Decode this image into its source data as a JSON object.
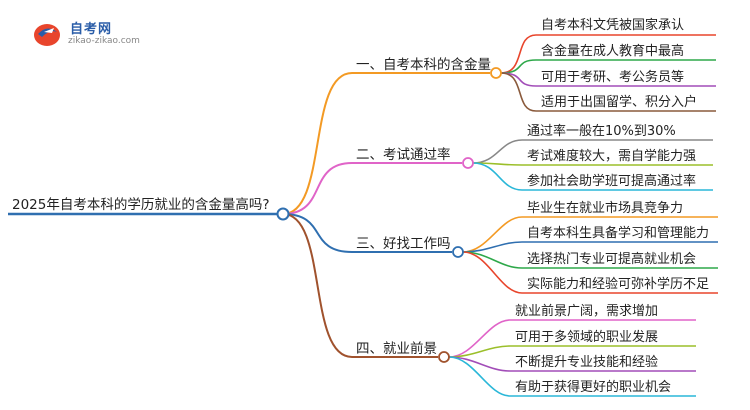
{
  "logo": {
    "title": "自考网",
    "url": "zikao-zikao.com",
    "icon": "graduation-cap-icon"
  },
  "root": {
    "label": "2025年自考本科的学历就业的含金量高吗?"
  },
  "branches": [
    {
      "label": "一、自考本科的含金量",
      "color": "#f39a24",
      "children": [
        "自考本科文凭被国家承认",
        "含金量在成人教育中最高",
        "可用于考研、考公务员等",
        "适用于出国留学、积分入户"
      ],
      "child_colors": [
        "#e8452c",
        "#2ea84a",
        "#a24db8",
        "#8a5a3c"
      ]
    },
    {
      "label": "二、考试通过率",
      "color": "#e064c8",
      "children": [
        "通过率一般在10%到30%",
        "考试难度较大，需自学能力强",
        "参加社会助学班可提高通过率"
      ],
      "child_colors": [
        "#888888",
        "#9bbf2a",
        "#2ab7d8"
      ]
    },
    {
      "label": "三、好找工作吗",
      "color": "#2f6fb0",
      "children": [
        "毕业生在就业市场具竞争力",
        "自考本科生具备学习和管理能力",
        "选择热门专业可提高就业机会",
        "实际能力和经验可弥补学历不足"
      ],
      "child_colors": [
        "#f39a24",
        "#2f6fb0",
        "#2ea84a",
        "#e8452c"
      ]
    },
    {
      "label": "四、就业前景",
      "color": "#a0522d",
      "children": [
        "就业前景广阔，需求增加",
        "可用于多领域的职业发展",
        "不断提升专业技能和经验",
        "有助于获得更好的职业机会"
      ],
      "child_colors": [
        "#e064c8",
        "#9bbf2a",
        "#a24db8",
        "#2ab7d8"
      ]
    }
  ],
  "colors": {
    "root_line": "#2f6fb0"
  }
}
